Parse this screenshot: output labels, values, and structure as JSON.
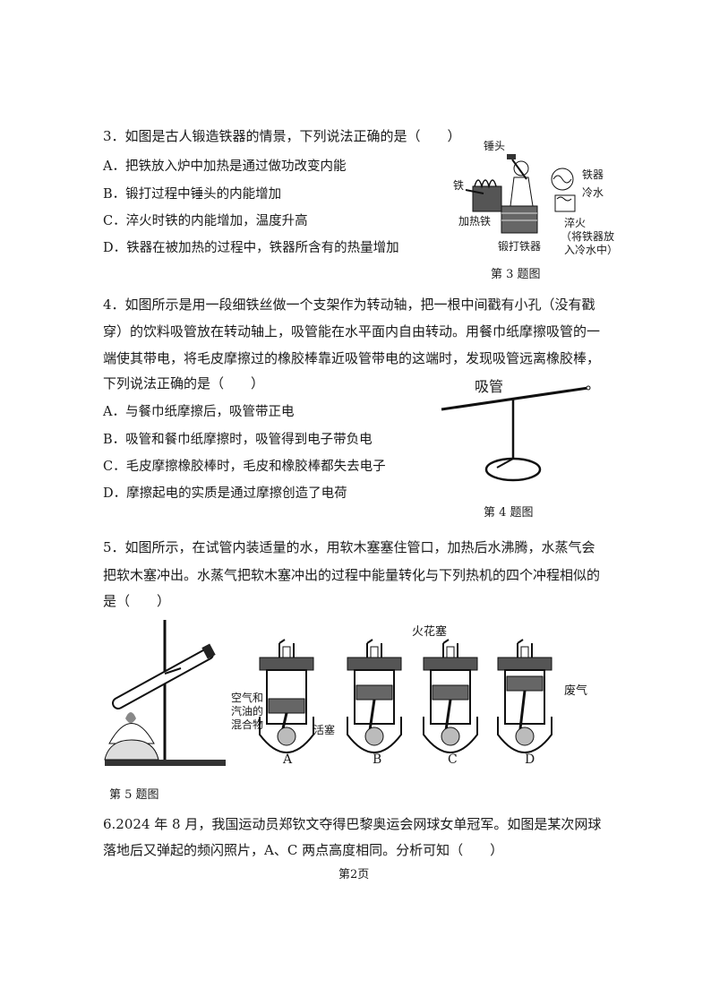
{
  "q3": {
    "stem": "3．如图是古人锻造铁器的情景，下列说法正确的是（　　）",
    "options": [
      "A．把铁放入炉中加热是通过做功改变内能",
      "B．锻打过程中锤头的内能增加",
      "C．淬火时铁的内能增加，温度升高",
      "D．铁器在被加热的过程中，铁器所含有的热量增加"
    ],
    "labels": {
      "hammer": "锤头",
      "iron": "铁",
      "heat_iron": "加热铁",
      "forge_iron": "锻打铁器",
      "ironware": "铁器",
      "cold_water": "冷水",
      "quench1": "淬火",
      "quench2": "（将铁器放",
      "quench3": "入冷水中）"
    },
    "caption": "第 3 题图"
  },
  "q4": {
    "stem_lines": [
      "4．如图所示是用一段细铁丝做一个支架作为转动轴，把一根中间戳有小孔（没有戳",
      "穿）的饮料吸管放在转动轴上，吸管能在水平面内自由转动。用餐巾纸摩擦吸管的一",
      "端使其带电，将毛皮摩擦过的橡胶棒靠近吸管带电的这端时，发现吸管远离橡胶棒，",
      "下列说法正确的是（　　）"
    ],
    "options": [
      "A．与餐巾纸摩擦后，吸管带正电",
      "B．吸管和餐巾纸摩擦时，吸管得到电子带负电",
      "C．毛皮摩擦橡胶棒时，毛皮和橡胶棒都失去电子",
      "D．摩擦起电的实质是通过摩擦创造了电荷"
    ],
    "straw_label": "吸管",
    "caption": "第 4 题图"
  },
  "q5": {
    "stem_lines": [
      "5．如图所示，在试管内装适量的水，用软木塞塞住管口，加热后水沸腾，水蒸气会",
      "把软木塞冲出。水蒸气把软木塞冲出的过程中能量转化与下列热机的四个冲程相似的",
      "是（　　）"
    ],
    "labels": {
      "mix1": "空气和",
      "mix2": "汽油的",
      "mix3": "混合物",
      "piston": "活塞",
      "spark_plug": "火花塞",
      "exhaust": "废气"
    },
    "engine_letters": [
      "A",
      "B",
      "C",
      "D"
    ],
    "caption": "第 5 题图"
  },
  "q6": {
    "stem_lines": [
      "6.2024 年 8 月，我国运动员郑钦文夺得巴黎奥运会网球女单冠军。如图是某次网球",
      "落地后又弹起的频闪照片，A、C 两点高度相同。分析可知（　　）"
    ]
  },
  "page_number": "第2页"
}
